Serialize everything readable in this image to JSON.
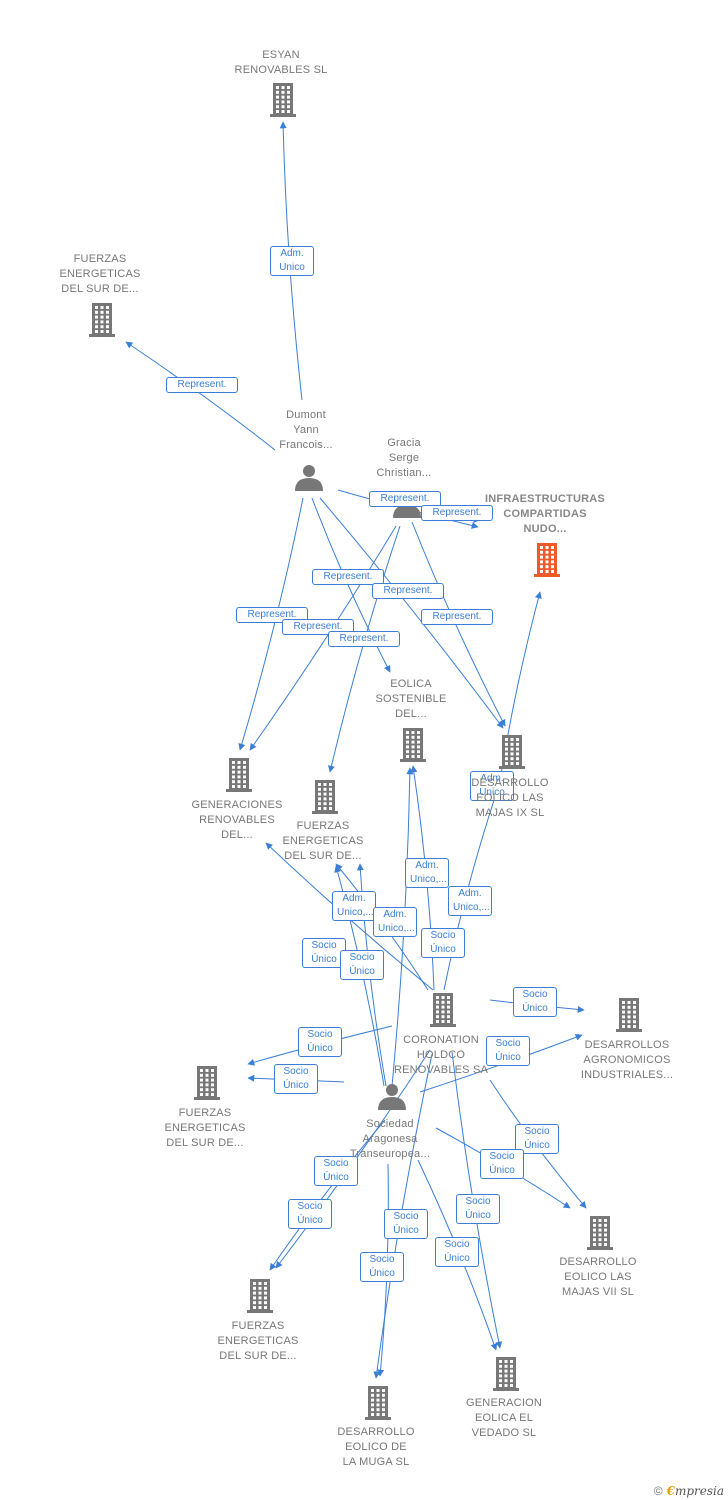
{
  "nodes": [
    {
      "id": "esyan",
      "label": "ESYAN\nRENOVABLES SL",
      "type": "company"
    },
    {
      "id": "fuerzas1",
      "label": "FUERZAS\nENERGETICAS\nDEL SUR DE...",
      "type": "company"
    },
    {
      "id": "dumont",
      "label": "Dumont\nYann\nFrancois...",
      "type": "person"
    },
    {
      "id": "gracia",
      "label": "Gracia\nSerge\nChristian...",
      "type": "person"
    },
    {
      "id": "infra",
      "label": "INFRAESTRUCTURAS\nCOMPARTIDAS\nNUDO...",
      "type": "company-highlight"
    },
    {
      "id": "eolica",
      "label": "EOLICA\nSOSTENIBLE\nDEL...",
      "type": "company"
    },
    {
      "id": "majas9",
      "label": "DESARROLLO\nEOLICO LAS\nMAJAS IX  SL",
      "type": "company"
    },
    {
      "id": "generaciones",
      "label": "GENERACIONES\nRENOVABLES\nDEL...",
      "type": "company"
    },
    {
      "id": "fuerzas2",
      "label": "FUERZAS\nENERGETICAS\nDEL SUR DE...",
      "type": "company"
    },
    {
      "id": "coronation",
      "label": "CORONATION\nHOLDCO\nRENOVABLES SA",
      "type": "company"
    },
    {
      "id": "agronomicos",
      "label": "DESARROLLOS\nAGRONOMICOS\nINDUSTRIALES...",
      "type": "company"
    },
    {
      "id": "fuerzas3",
      "label": "FUERZAS\nENERGETICAS\nDEL SUR DE...",
      "type": "company"
    },
    {
      "id": "sociedad",
      "label": "Sociedad\nAragonesa\nTranseuropea...",
      "type": "person"
    },
    {
      "id": "majas7",
      "label": "DESARROLLO\nEOLICO LAS\nMAJAS VII  SL",
      "type": "company"
    },
    {
      "id": "fuerzas4",
      "label": "FUERZAS\nENERGETICAS\nDEL SUR DE...",
      "type": "company"
    },
    {
      "id": "vedado",
      "label": "GENERACION\nEOLICA EL\nVEDADO SL",
      "type": "company"
    },
    {
      "id": "muga",
      "label": "DESARROLLO\nEOLICO DE\nLA MUGA SL",
      "type": "company"
    }
  ],
  "edges": [
    {
      "from": "dumont",
      "to": "esyan",
      "label": "Adm.\nUnico"
    },
    {
      "from": "dumont",
      "to": "fuerzas1",
      "label": "Represent."
    },
    {
      "from": "dumont",
      "to": "infra",
      "label": "Represent."
    },
    {
      "from": "gracia",
      "to": "infra",
      "label": "Represent."
    },
    {
      "from": "dumont",
      "to": "eolica",
      "label": "Represent."
    },
    {
      "from": "dumont",
      "to": "majas9",
      "label": "Represent."
    },
    {
      "from": "gracia",
      "to": "majas9",
      "label": "Represent."
    },
    {
      "from": "dumont",
      "to": "generaciones",
      "label": "Represent."
    },
    {
      "from": "gracia",
      "to": "fuerzas2",
      "label": "Represent."
    },
    {
      "from": "gracia",
      "to": "generaciones",
      "label": "Represent."
    },
    {
      "from": "coronation",
      "to": "infra",
      "label": "Adm.\nUnico"
    },
    {
      "from": "coronation",
      "to": "eolica",
      "label": "Adm.\nUnico,..."
    },
    {
      "from": "coronation",
      "to": "majas9",
      "label": "Adm.\nUnico,..."
    },
    {
      "from": "coronation",
      "to": "fuerzas2",
      "label": "Adm.\nUnico,..."
    },
    {
      "from": "coronation",
      "to": "generaciones",
      "label": "Adm.\nUnico,..."
    },
    {
      "from": "sociedad",
      "to": "generaciones",
      "label": "Socio\nÚnico"
    },
    {
      "from": "sociedad",
      "to": "fuerzas2",
      "label": "Socio\nÚnico"
    },
    {
      "from": "sociedad",
      "to": "eolica",
      "label": "Socio\nÚnico"
    },
    {
      "from": "coronation",
      "to": "agronomicos",
      "label": "Socio\nÚnico"
    },
    {
      "from": "sociedad",
      "to": "agronomicos",
      "label": "Socio\nÚnico"
    },
    {
      "from": "sociedad",
      "to": "fuerzas3",
      "label": "Socio\nÚnico"
    },
    {
      "from": "coronation",
      "to": "fuerzas3",
      "label": "Socio\nÚnico"
    },
    {
      "from": "coronation",
      "to": "majas7",
      "label": "Socio\nÚnico"
    },
    {
      "from": "sociedad",
      "to": "majas7",
      "label": "Socio\nÚnico"
    },
    {
      "from": "sociedad",
      "to": "fuerzas4",
      "label": "Socio\nÚnico"
    },
    {
      "from": "coronation",
      "to": "fuerzas4",
      "label": "Socio\nÚnico"
    },
    {
      "from": "coronation",
      "to": "vedado",
      "label": "Socio\nÚnico"
    },
    {
      "from": "sociedad",
      "to": "vedado",
      "label": "Socio\nÚnico"
    },
    {
      "from": "coronation",
      "to": "muga",
      "label": "Socio\nÚnico"
    },
    {
      "from": "sociedad",
      "to": "muga",
      "label": "Socio\nÚnico"
    }
  ],
  "colors": {
    "edge": "#3a7fd5",
    "icon": "#777777",
    "highlight": "#f05a28"
  },
  "footer": {
    "copyright": "©",
    "brand_first": "€",
    "brand_rest": "mpresia"
  }
}
